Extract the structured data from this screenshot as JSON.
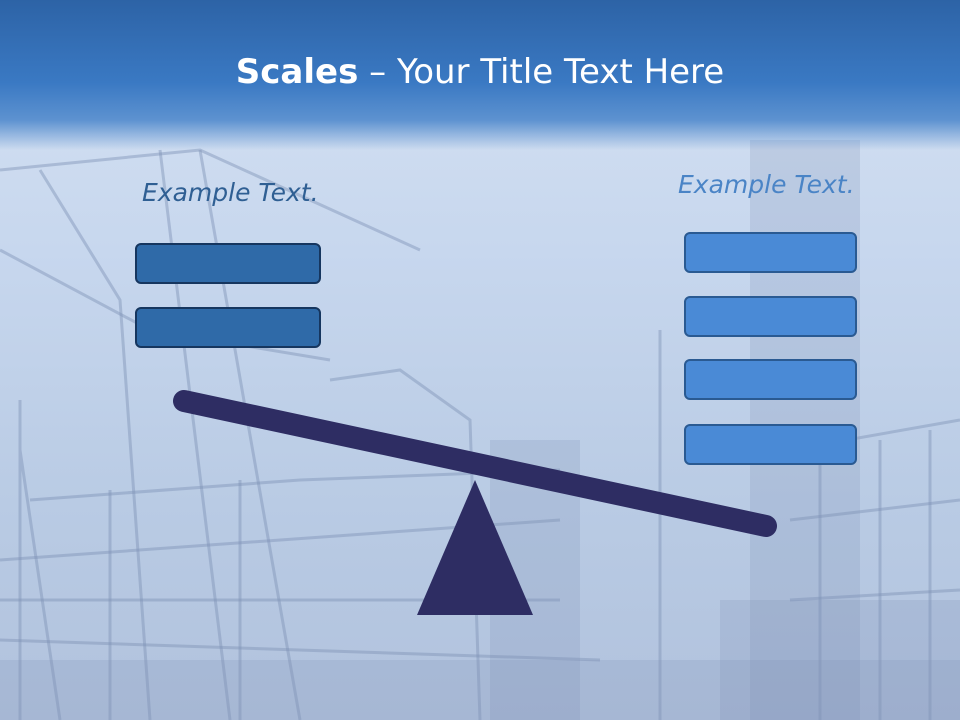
{
  "title": {
    "bold": "Scales",
    "rest": " – Your Title Text Here"
  },
  "left": {
    "label": "Example Text.",
    "boxes": 2
  },
  "right": {
    "label": "Example Text.",
    "boxes": 4
  },
  "colors": {
    "header": "#3a79c3",
    "left_box": "#2f6aa8",
    "right_box": "#4a8ad6",
    "beam": "#2e2d63",
    "fulcrum": "#2e2d63"
  }
}
